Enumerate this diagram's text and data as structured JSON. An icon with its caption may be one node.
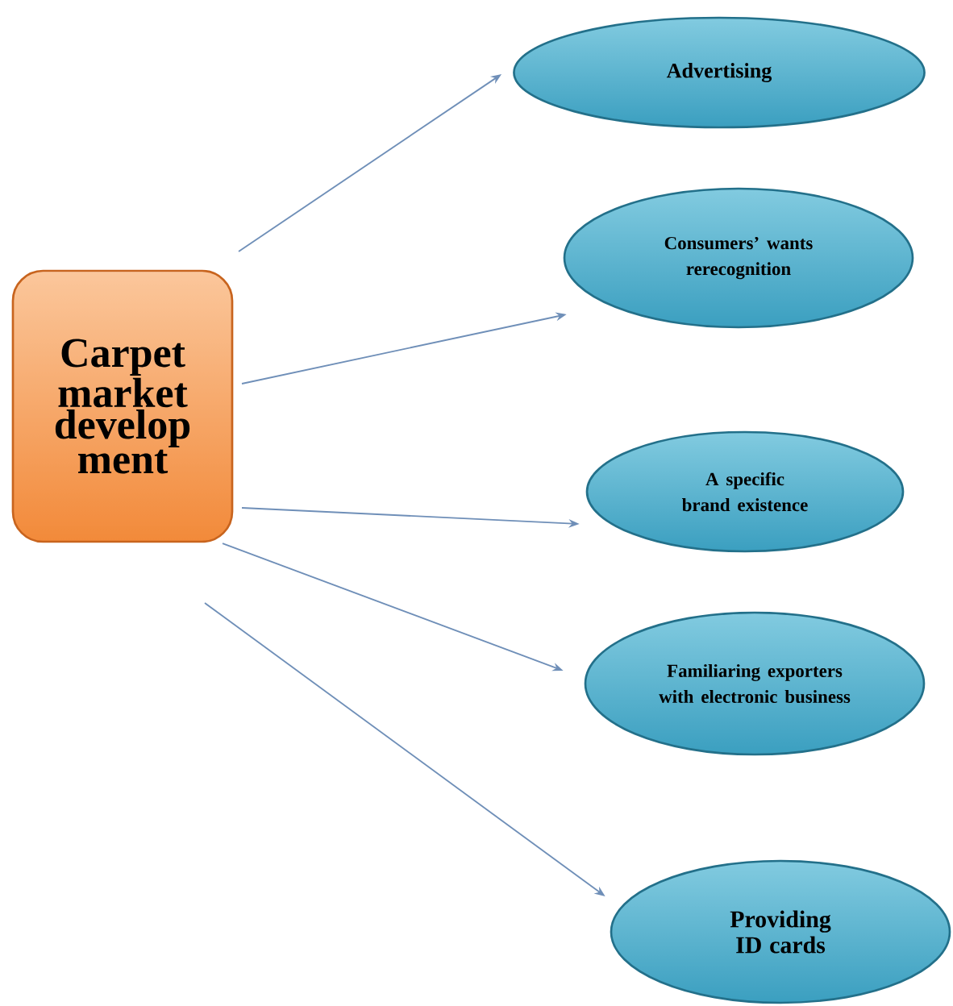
{
  "diagram": {
    "nodes": [
      {
        "text": [
          "Carpet market develop ment"
        ]
      },
      {
        "text": [
          "Advertising"
        ]
      },
      {
        "text": [
          "Consumers’ wants rerecognition"
        ]
      },
      {
        "text": [
          "A specific brand existence"
        ]
      },
      {
        "text": [
          "Familiaring exporters with electronic business"
        ]
      },
      {
        "text": [
          "Providing ID cards"
        ]
      }
    ],
    "edges": [
      {
        "from": 0,
        "to": 1,
        "arrow": "to"
      },
      {
        "from": 0,
        "to": 2,
        "arrow": "to"
      },
      {
        "from": 0,
        "to": 3,
        "arrow": "to"
      },
      {
        "from": 0,
        "to": 4,
        "arrow": "to"
      },
      {
        "from": 0,
        "to": 5,
        "arrow": "to"
      }
    ]
  }
}
